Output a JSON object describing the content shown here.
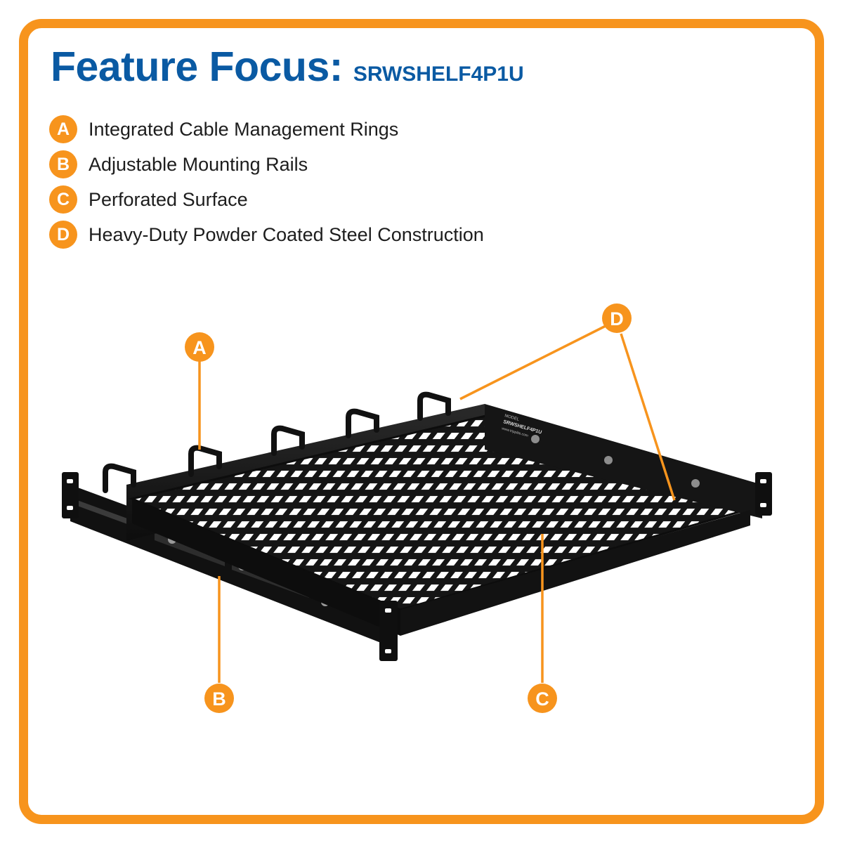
{
  "header": {
    "title": "Feature Focus:",
    "model": "SRWSHELF4P1U"
  },
  "features": [
    {
      "letter": "A",
      "text": "Integrated Cable Management Rings"
    },
    {
      "letter": "B",
      "text": "Adjustable Mounting Rails"
    },
    {
      "letter": "C",
      "text": "Perforated Surface"
    },
    {
      "letter": "D",
      "text": "Heavy-Duty Powder Coated Steel Construction"
    }
  ],
  "callouts": [
    "A",
    "B",
    "C",
    "D"
  ],
  "product_label": {
    "line1": "MODEL",
    "line2": "SRWSHELF4P1U",
    "line3": "www.tripplite.com"
  },
  "colors": {
    "accent": "#f7941d",
    "title_blue": "#0a5aa3",
    "steel": "#141414"
  }
}
